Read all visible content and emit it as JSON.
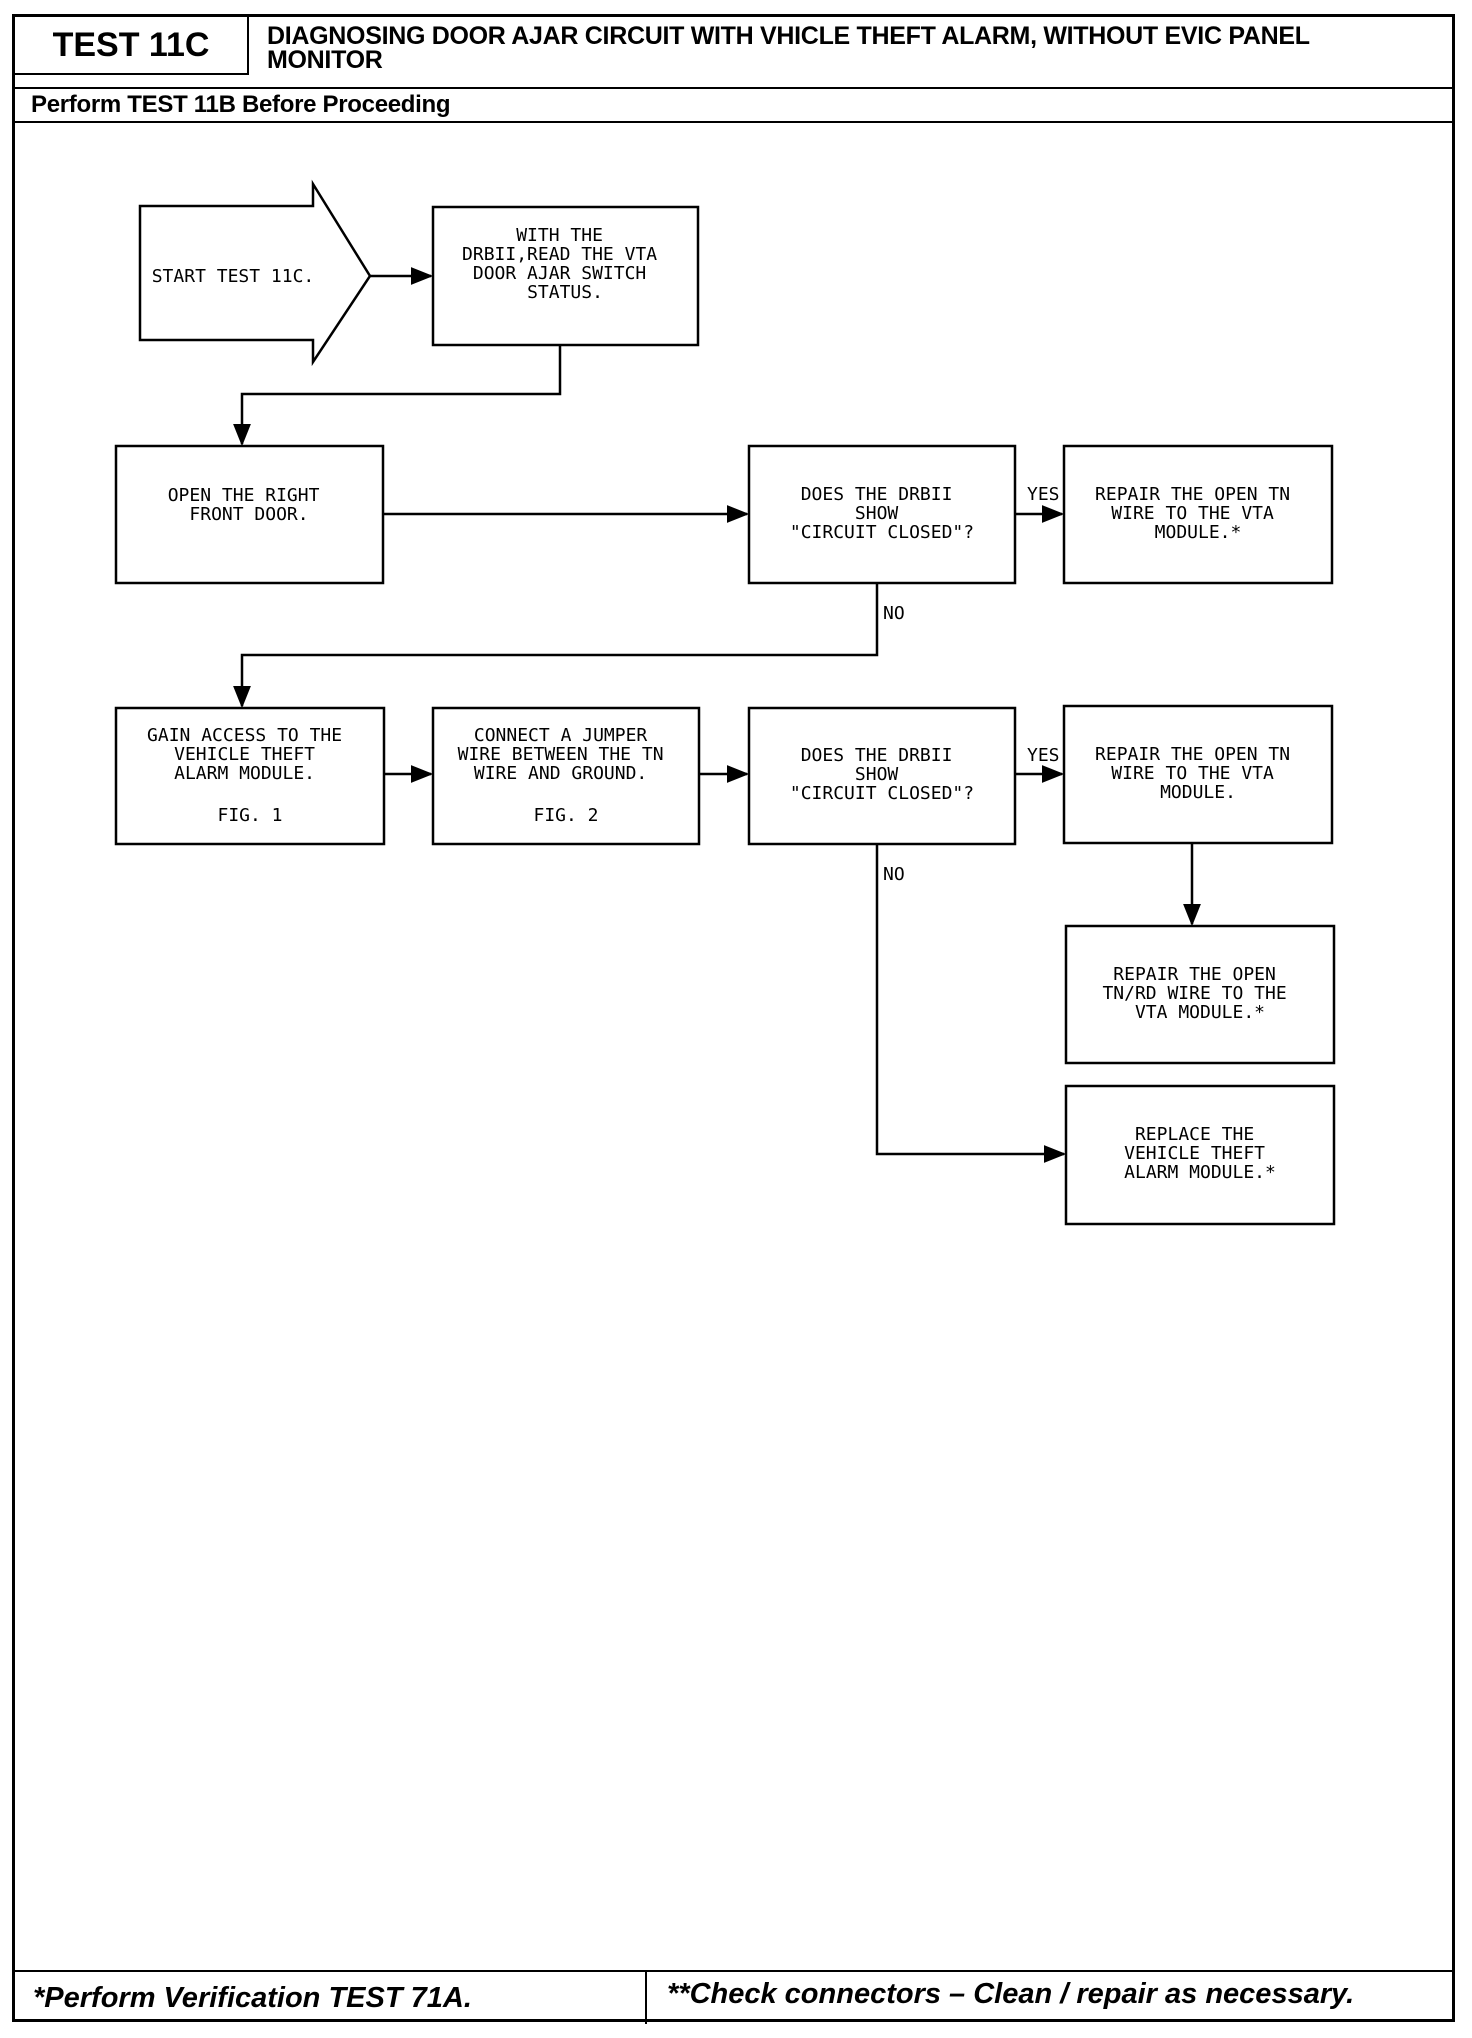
{
  "header": {
    "test_id": "TEST 11C",
    "title": "DIAGNOSING DOOR AJAR CIRCUIT WITH VHICLE THEFT ALARM, WITHOUT EVIC PANEL MONITOR",
    "prerequisite": "Perform TEST 11B Before Proceeding"
  },
  "flow": {
    "start": [
      "START TEST 11C."
    ],
    "read_status": [
      "WITH THE",
      "DRBII,READ THE VTA",
      "DOOR AJAR SWITCH",
      "STATUS."
    ],
    "open_door": [
      "OPEN THE RIGHT",
      "FRONT DOOR."
    ],
    "question_1": [
      "DOES THE DRBII",
      "SHOW",
      "\"CIRCUIT CLOSED\"?"
    ],
    "repair_tn_1": [
      "REPAIR THE OPEN TN",
      "WIRE TO THE VTA",
      "MODULE.*"
    ],
    "gain_access": [
      "GAIN ACCESS TO THE",
      "VEHICLE THEFT",
      "ALARM MODULE.",
      "",
      "FIG. 1"
    ],
    "jumper": [
      "CONNECT A JUMPER",
      "WIRE BETWEEN THE TN",
      "WIRE AND GROUND.",
      "",
      "FIG. 2"
    ],
    "question_2": [
      "DOES THE DRBII",
      "SHOW",
      "\"CIRCUIT CLOSED\"?"
    ],
    "repair_tn_2": [
      "REPAIR THE OPEN TN",
      "WIRE TO THE VTA",
      "MODULE."
    ],
    "repair_tnrd": [
      "REPAIR THE OPEN",
      "TN/RD WIRE TO THE",
      "VTA MODULE.*"
    ],
    "replace_module": [
      "REPLACE THE",
      "VEHICLE THEFT",
      "ALARM MODULE.*"
    ],
    "labels": {
      "yes": "YES",
      "no": "NO"
    }
  },
  "footer": {
    "left": "*Perform Verification TEST 71A.",
    "right": "**Check connectors – Clean / repair as necessary."
  }
}
